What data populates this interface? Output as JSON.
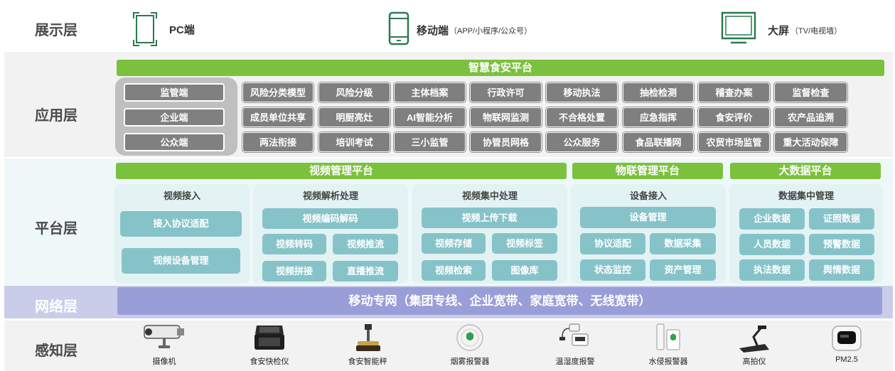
{
  "layers": {
    "display": "展示层",
    "application": "应用层",
    "platform": "平台层",
    "network": "网络层",
    "perception": "感知层"
  },
  "display": {
    "pc": {
      "title": "PC端",
      "subtitle": ""
    },
    "mobile": {
      "title": "移动端",
      "subtitle": "（APP/小程序/公众号）"
    },
    "screen": {
      "title": "大屏",
      "subtitle": "（TV/电视墙）"
    }
  },
  "application": {
    "platform_title": "智慧食安平台",
    "clients": [
      "监管端",
      "企业端",
      "公众端"
    ],
    "rows": [
      [
        "风险分类模型",
        "风险分级",
        "主体档案",
        "行政许可",
        "移动执法",
        "抽检检测",
        "稽查办案",
        "监督检查"
      ],
      [
        "成员单位共享",
        "明厨亮灶",
        "AI智能分析",
        "物联网监测",
        "不合格处置",
        "应急指挥",
        "食安评价",
        "农产品追溯"
      ],
      [
        "两法衔接",
        "培训考试",
        "三小监管",
        "协管员网格",
        "公众服务",
        "食品联播网",
        "农贸市场监管",
        "重大活动保障"
      ]
    ]
  },
  "platform": {
    "video_platform": "视频管理平台",
    "iot_platform": "物联管理平台",
    "bigdata_platform": "大数据平台",
    "panels": {
      "video_access": {
        "title": "视频接入",
        "items": [
          "接入协议适配",
          "视频设备管理"
        ]
      },
      "video_parse": {
        "title": "视频解析处理",
        "items": [
          "视频编码解码",
          "视频转码",
          "视频推流",
          "视频拼接",
          "直播推流"
        ]
      },
      "video_central": {
        "title": "视频集中处理",
        "items": [
          "视频上传下载",
          "视频存储",
          "视频标签",
          "视频检索",
          "图像库"
        ]
      },
      "device_access": {
        "title": "设备接入",
        "items": [
          "设备管理",
          "协议适配",
          "数据采集",
          "状态监控",
          "资产管理"
        ]
      },
      "data_central": {
        "title": "数据集中管理",
        "items": [
          "企业数据",
          "证照数据",
          "人员数据",
          "预警数据",
          "执法数据",
          "舆情数据"
        ]
      }
    }
  },
  "network": {
    "text": "移动专网（集团专线、企业宽带、家庭宽带、无线宽带）"
  },
  "perception": {
    "devices": [
      "摄像机",
      "食安快检仪",
      "食安智能秤",
      "烟雾报警器",
      "温湿度报警",
      "水侵报警器",
      "高拍仪",
      "PM2.5"
    ]
  },
  "colors": {
    "green": "#7cc13d",
    "gray": "#7f7f7f",
    "teal": "#86c3c9",
    "panel_bg": "#e3f2f3",
    "network_bar": "#9a9ed8",
    "icon_green": "#2a7a50"
  }
}
